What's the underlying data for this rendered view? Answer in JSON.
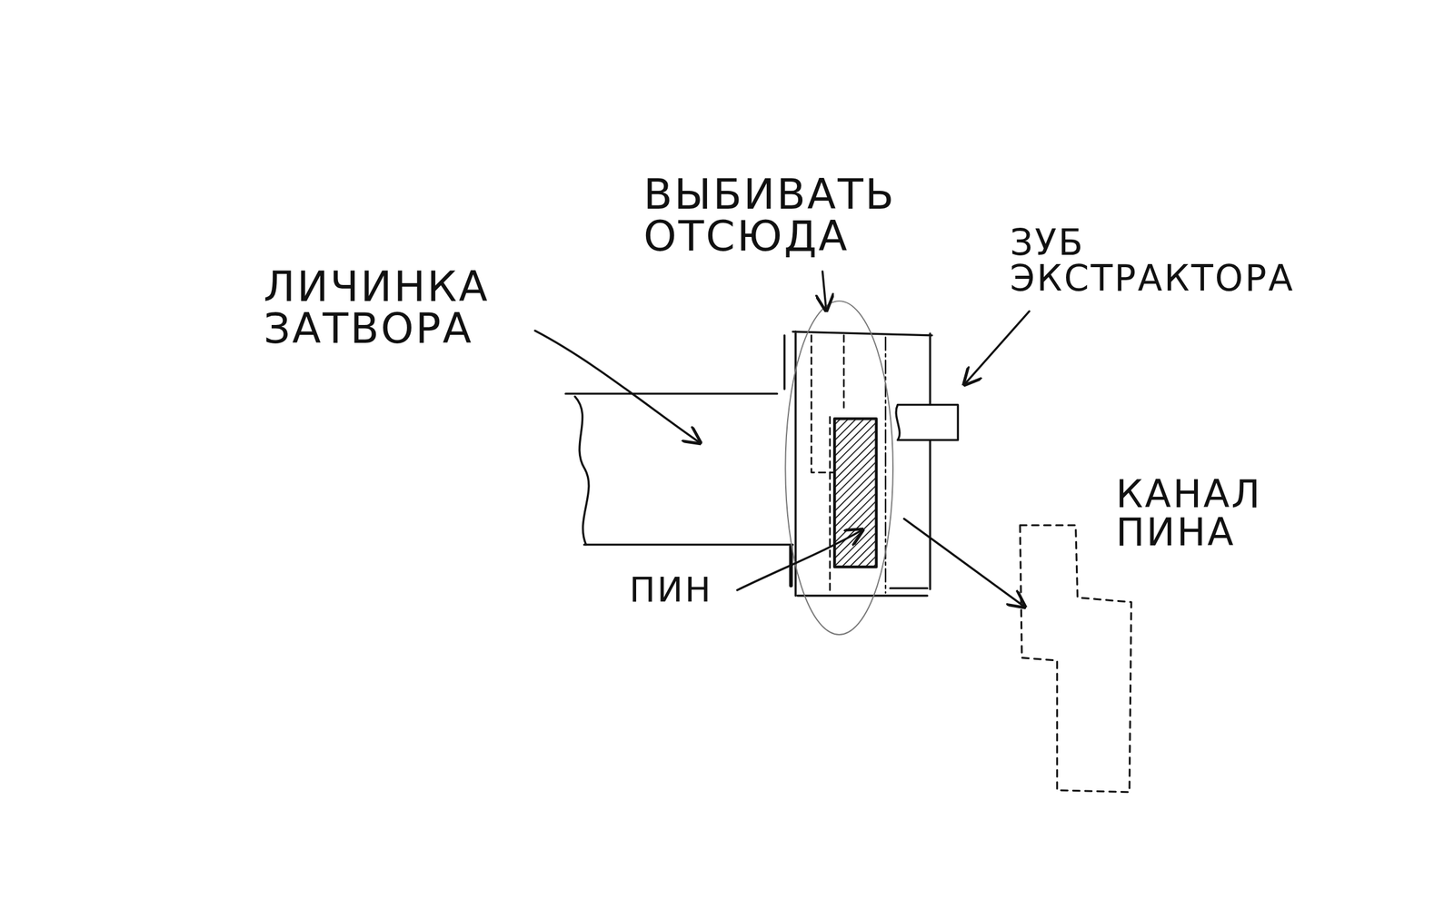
{
  "diagram": {
    "labels": [
      "ВЫБИВАТЬ ОТСЮДА",
      "ЗУБ ЭКСТРАКТОРА",
      "ЛИЧИНКА ЗАТВОРА",
      "КАНАЛ ПИНА",
      "ПИН"
    ]
  }
}
